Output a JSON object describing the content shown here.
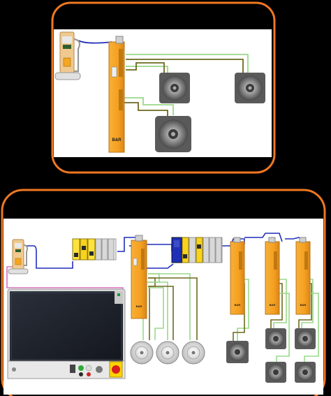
{
  "brand": {
    "logo_text": "B&R"
  },
  "colors": {
    "background": "#000000",
    "frame_orange": "#f07820",
    "panel_white": "#ffffff",
    "drive_orange": "#f5a623",
    "wire_blue": "#1f2fb8",
    "wire_green": "#9ad88a",
    "wire_olive": "#6b6a1e",
    "wire_pink": "#d770c0"
  },
  "top_system": {
    "controller": "compact controller with cable",
    "drive": "single-axis servo drive",
    "motors": 3
  },
  "bottom_system": {
    "controller": "compact controller",
    "hmi": "panel with operator buttons",
    "io_stations": 2,
    "drives": 4,
    "motors": 8
  }
}
